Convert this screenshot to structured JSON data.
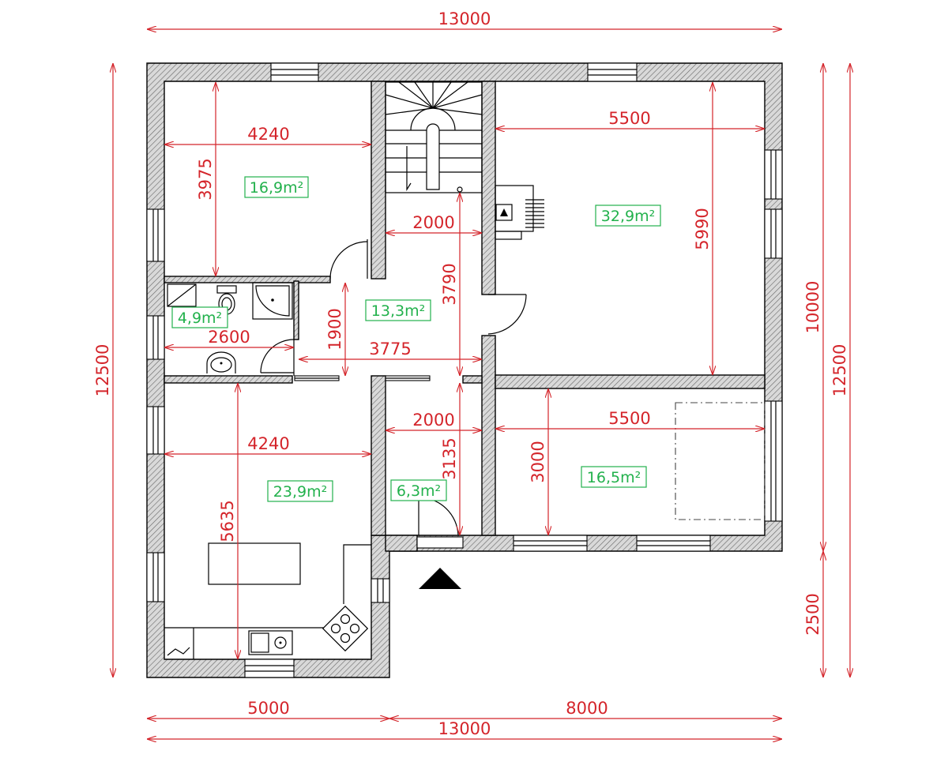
{
  "dimensions": {
    "top_total": "13000",
    "bottom_total": "13000",
    "bottom_left": "5000",
    "bottom_right": "8000",
    "left_total": "12500",
    "right_total": "12500",
    "right_main": "10000",
    "right_porch": "2500",
    "bedroom_tl_width": "4240",
    "bedroom_tl_height": "3975",
    "stair_width": "2000",
    "hall_height": "3790",
    "room_tr_width": "5500",
    "room_tr_height": "5990",
    "bath_width": "2600",
    "hall_corridor_height": "1900",
    "hall_width": "3775",
    "vestibule_width": "2000",
    "vestibule_height": "3135",
    "room_br_width": "5500",
    "room_br_height": "3000",
    "kitchen_width": "4240",
    "kitchen_height": "5635"
  },
  "areas": {
    "bedroom_tl": "16,9m²",
    "room_tr": "32,9m²",
    "bathroom": "4,9m²",
    "hall": "13,3m²",
    "vestibule": "6,3m²",
    "room_br": "16,5m²",
    "kitchen": "23,9m²"
  },
  "colors": {
    "dimension": "#d4242a",
    "area": "#22b14c",
    "wall": "#000000"
  }
}
